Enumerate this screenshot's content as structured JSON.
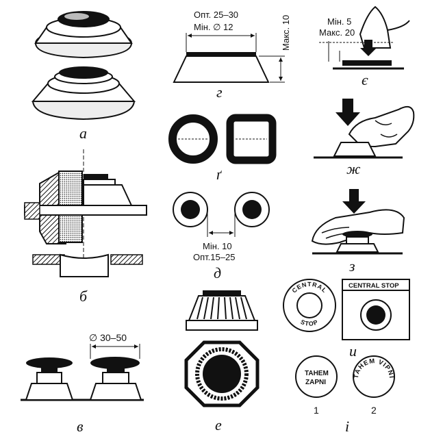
{
  "panels": {
    "a": {
      "caption": "а"
    },
    "b": {
      "caption": "б"
    },
    "v": {
      "caption": "в",
      "dimension": "∅ 30–50"
    },
    "g": {
      "caption": "г",
      "opt_label": "Опт. 25–30",
      "min_label": "Мін. ∅ 12",
      "max_label": "Макс. 10"
    },
    "g2": {
      "caption": "ґ"
    },
    "d": {
      "caption": "д",
      "min_label": "Мін. 10",
      "opt_label": "Опт.15–25"
    },
    "e": {
      "caption": "е"
    },
    "ye": {
      "caption": "є",
      "min_label": "Мін. 5",
      "max_label": "Макс. 20"
    },
    "zh": {
      "caption": "ж"
    },
    "z": {
      "caption": "з"
    },
    "i": {
      "caption": "и",
      "round_label_top": "CENTRAL",
      "round_label_bottom": "STOP",
      "box_label": "CENTRAL STOP"
    },
    "ii": {
      "caption": "і",
      "button1_line1": "TAHEM",
      "button1_line2": "ZAPNI",
      "button2_text": "TAHEM VIPNI",
      "num1": "1",
      "num2": "2"
    }
  }
}
